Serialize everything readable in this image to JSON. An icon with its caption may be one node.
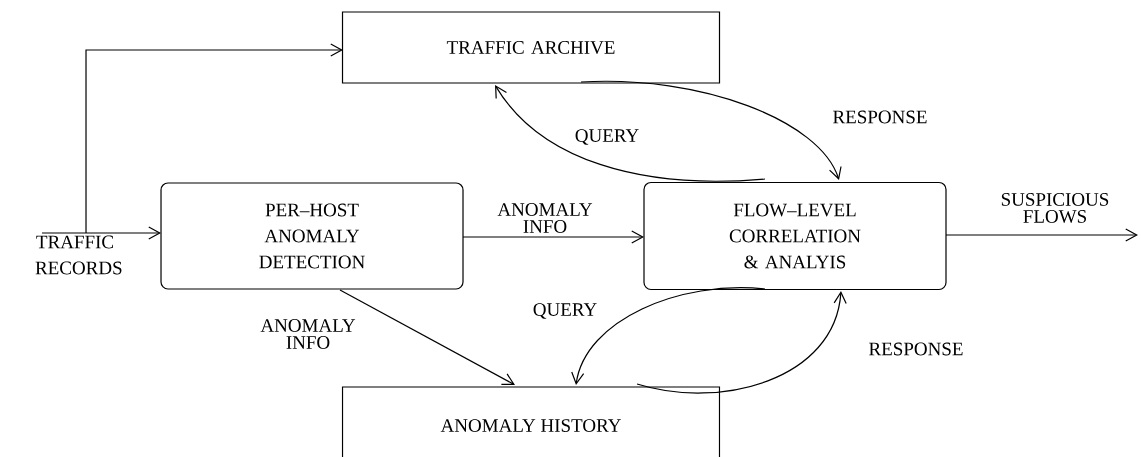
{
  "diagram": {
    "nodes": [
      {
        "text": [
          "TRAFFIC ARCHIVE"
        ]
      },
      {
        "text": [
          "PER–HOST ANOMALY DETECTION"
        ]
      },
      {
        "text": [
          "FLOW–LEVEL CORRELATION & ANALYIS"
        ]
      },
      {
        "text": [
          "ANOMALY HISTORY"
        ]
      },
      {
        "text": [
          "TRAFFIC RECORDS"
        ]
      }
    ],
    "edges": [
      {
        "from": 4,
        "to": 1,
        "arrow": "to"
      },
      {
        "from": 4,
        "to": 0,
        "arrow": "to"
      },
      {
        "from": 1,
        "to": 2,
        "arrow": "to",
        "label": "ANOMALY INFO"
      },
      {
        "from": 1,
        "to": 3,
        "arrow": "to",
        "label": "ANOMALY INFO"
      },
      {
        "from": 2,
        "to": 0,
        "arrow": "to",
        "label": "QUERY"
      },
      {
        "from": 0,
        "to": 2,
        "arrow": "to",
        "label": "RESPONSE"
      },
      {
        "from": 2,
        "to": 3,
        "arrow": "to",
        "label": "QUERY"
      },
      {
        "from": 3,
        "to": 2,
        "arrow": "to",
        "label": "RESPONSE"
      },
      {
        "from": 2,
        "to": null,
        "arrow": "to",
        "label": "SUSPICIOUS FLOWS"
      }
    ]
  }
}
